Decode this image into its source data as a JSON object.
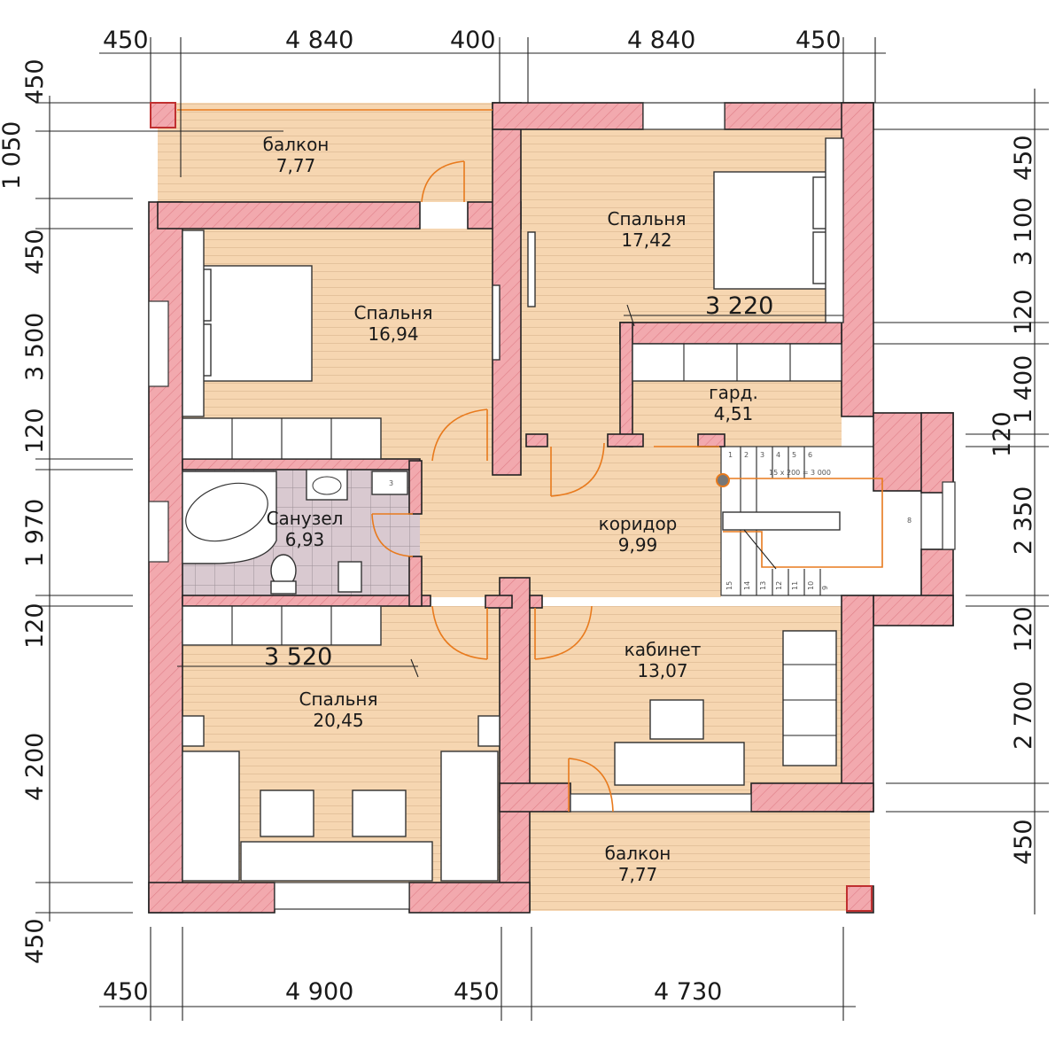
{
  "rooms": {
    "balcony_top": {
      "name": "балкон",
      "area": "7,77"
    },
    "bedroom_ne": {
      "name": "Спальня",
      "area": "17,42"
    },
    "bedroom_w": {
      "name": "Спальня",
      "area": "16,94"
    },
    "wardrobe": {
      "name": "гард.",
      "area": "4,51"
    },
    "bathroom": {
      "name": "Санузел",
      "area": "6,93"
    },
    "corridor": {
      "name": "коридор",
      "area": "9,99"
    },
    "office": {
      "name": "кабинет",
      "area": "13,07"
    },
    "bedroom_sw": {
      "name": "Спальня",
      "area": "20,45"
    },
    "balcony_bottom": {
      "name": "балкон",
      "area": "7,77"
    }
  },
  "dimensions": {
    "top": [
      "450",
      "4 840",
      "400",
      "4 840",
      "450"
    ],
    "bottom": [
      "450",
      "4 900",
      "450",
      "4 730"
    ],
    "left": [
      "450",
      "1 050",
      "450",
      "3 500",
      "120",
      "1 970",
      "120",
      "4 200",
      "450"
    ],
    "right": [
      "450",
      "3 100",
      "120",
      "1 400",
      "120",
      "2 350",
      "120",
      "2 700",
      "450"
    ],
    "inner_ne": "3 220",
    "inner_sw": "3 520"
  },
  "stair": {
    "note": "15 х 200 = 3 000",
    "steps_top": [
      "1",
      "2",
      "3",
      "4",
      "5",
      "6"
    ],
    "steps_bottom": [
      "15",
      "14",
      "13",
      "12",
      "11",
      "10",
      "9"
    ],
    "landing": "8"
  },
  "bath_note": "3",
  "colors": {
    "wall": "#f2a9ae",
    "floor": "#f6d6b1",
    "tile": "#d9c9d0",
    "door": "#e87a1d"
  }
}
